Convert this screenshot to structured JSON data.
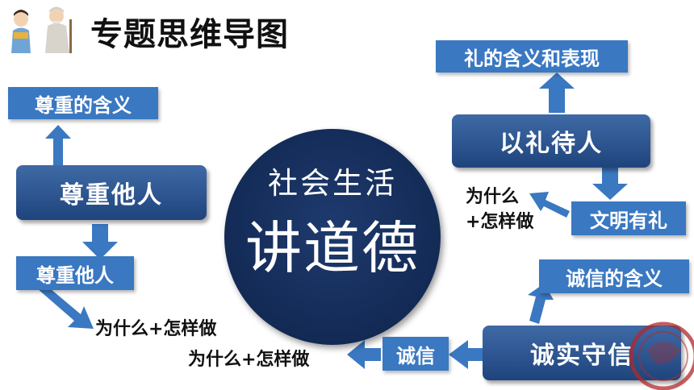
{
  "header": {
    "title": "专题思维导图"
  },
  "center": {
    "line1": "社会生活",
    "line2": "讲道德"
  },
  "left": {
    "main": "尊重他人",
    "meaning": "尊重的含义",
    "sub": "尊重他人",
    "why_how": "为什么+怎样做"
  },
  "top_right": {
    "main": "以礼待人",
    "meaning": "礼的含义和表现",
    "sub": "文明有礼",
    "why_how_line1": "为什么",
    "why_how_line2": "+怎样做"
  },
  "bottom_right": {
    "main": "诚实守信",
    "meaning": "诚信的含义",
    "sub": "诚信",
    "why_how": "为什么+怎样做"
  },
  "colors": {
    "node_dark": "#1f447d",
    "node_light": "#3a78c1",
    "arrow": "#3a78c1",
    "center": "#132a55"
  }
}
